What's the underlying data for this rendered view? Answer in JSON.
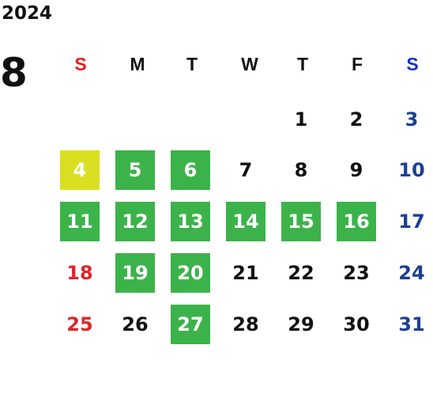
{
  "calendar": {
    "year": "2024",
    "month": "8",
    "weekdays": [
      {
        "label": "S",
        "color": "#e81c1c"
      },
      {
        "label": "M",
        "color": "#111111"
      },
      {
        "label": "T",
        "color": "#111111"
      },
      {
        "label": "W",
        "color": "#111111"
      },
      {
        "label": "T",
        "color": "#111111"
      },
      {
        "label": "F",
        "color": "#111111"
      },
      {
        "label": "S",
        "color": "#1432c8"
      }
    ],
    "days": [
      {
        "day": "1",
        "style": "plain"
      },
      {
        "day": "2",
        "style": "plain"
      },
      {
        "day": "3",
        "style": "sat"
      },
      {
        "day": "4",
        "style": "yellow"
      },
      {
        "day": "5",
        "style": "green"
      },
      {
        "day": "6",
        "style": "green"
      },
      {
        "day": "7",
        "style": "plain"
      },
      {
        "day": "8",
        "style": "plain"
      },
      {
        "day": "9",
        "style": "plain"
      },
      {
        "day": "10",
        "style": "sat"
      },
      {
        "day": "11",
        "style": "green"
      },
      {
        "day": "12",
        "style": "green"
      },
      {
        "day": "13",
        "style": "green"
      },
      {
        "day": "14",
        "style": "green"
      },
      {
        "day": "15",
        "style": "green"
      },
      {
        "day": "16",
        "style": "green"
      },
      {
        "day": "17",
        "style": "sat"
      },
      {
        "day": "18",
        "style": "sun"
      },
      {
        "day": "19",
        "style": "green"
      },
      {
        "day": "20",
        "style": "green"
      },
      {
        "day": "21",
        "style": "plain"
      },
      {
        "day": "22",
        "style": "plain"
      },
      {
        "day": "23",
        "style": "plain"
      },
      {
        "day": "24",
        "style": "sat"
      },
      {
        "day": "25",
        "style": "sun"
      },
      {
        "day": "26",
        "style": "plain"
      },
      {
        "day": "27",
        "style": "green"
      },
      {
        "day": "28",
        "style": "plain"
      },
      {
        "day": "29",
        "style": "plain"
      },
      {
        "day": "30",
        "style": "plain"
      },
      {
        "day": "31",
        "style": "sat"
      }
    ],
    "colors": {
      "highlight_green": "#3cb34a",
      "highlight_yellow": "#d9e021",
      "sunday_red": "#e0252b",
      "saturday_blue": "#1d3f91"
    }
  }
}
